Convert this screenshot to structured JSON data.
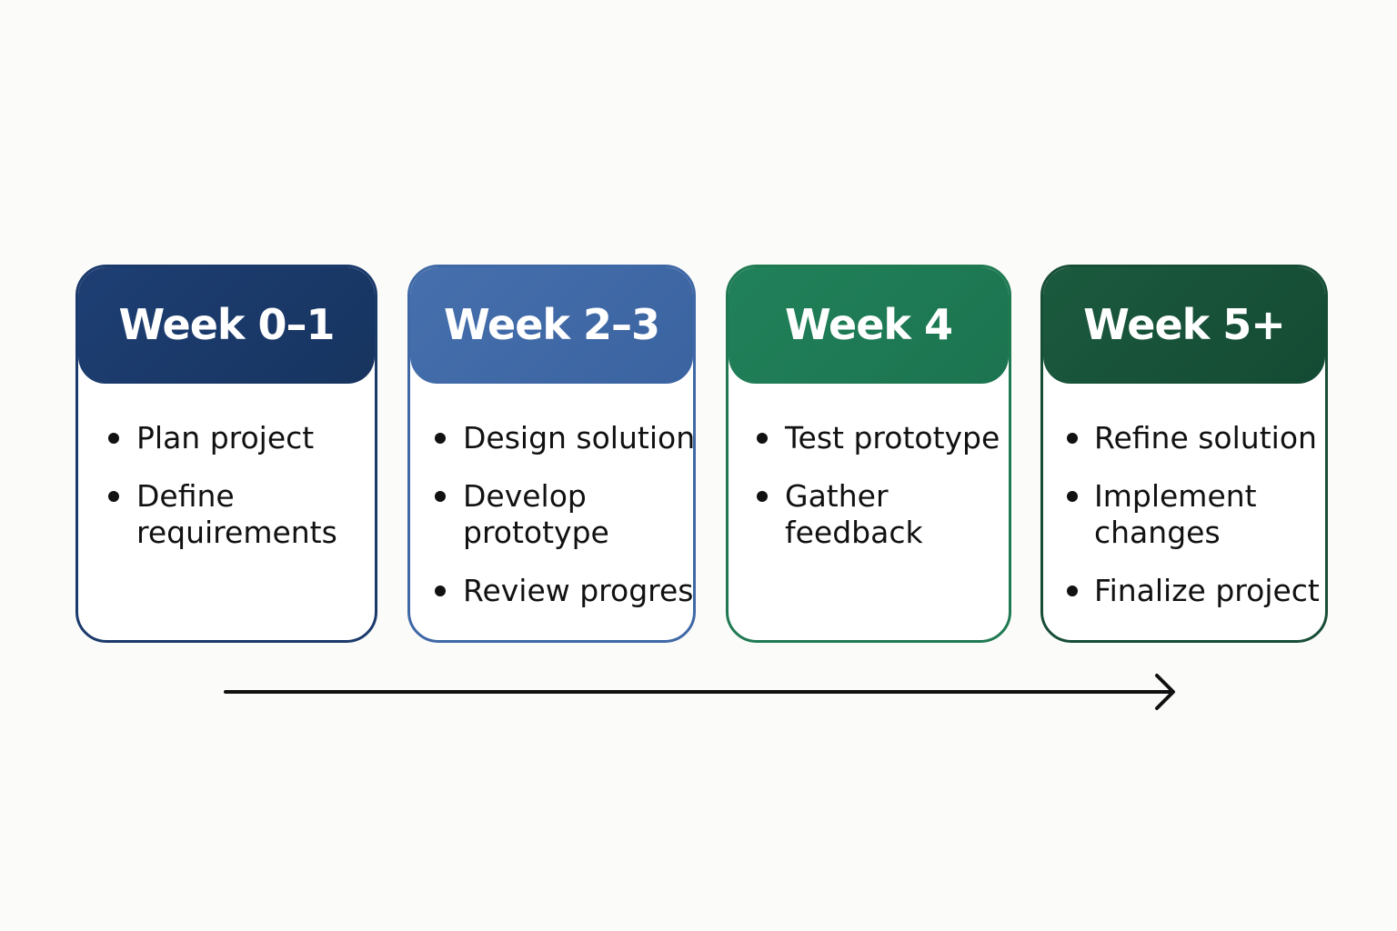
{
  "colors": {
    "week_0_1": "#1e3f74",
    "week_2_3": "#4670ad",
    "week_4": "#21815a",
    "week_5_plus": "#1b5a3e",
    "arrow": "#111111",
    "background": "#fbfbf9"
  },
  "phases": [
    {
      "title": "Week 0–1",
      "items": [
        "Plan project",
        "Define\nrequirements"
      ]
    },
    {
      "title": "Week 2–3",
      "items": [
        "Design solution",
        "Develop\nprototype",
        "Review progres"
      ]
    },
    {
      "title": "Week 4",
      "items": [
        "Test prototype",
        "Gather\nfeedback"
      ]
    },
    {
      "title": "Week 5+",
      "items": [
        "Refine solution",
        "Implement\nchanges",
        "Finalize project"
      ]
    }
  ],
  "timeline": {
    "icon": "right-arrow-icon"
  }
}
